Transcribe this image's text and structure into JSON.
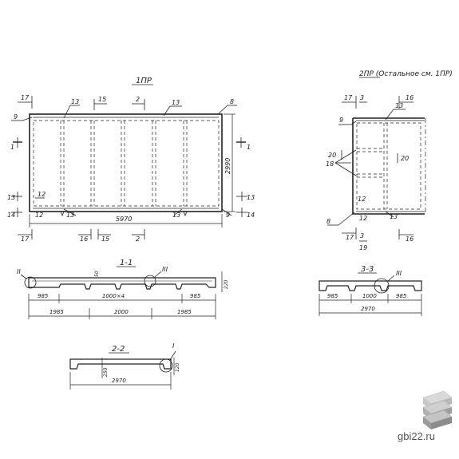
{
  "plan_1": {
    "title": "1ПР",
    "width_dim": "5970",
    "height_dim": "2990",
    "callouts": {
      "c17_top": "17",
      "c13_top_left": "13",
      "c15_top": "15",
      "c2_top": "2",
      "c13_top_right": "13",
      "c8": "8",
      "c9_left": "9",
      "c1_left": "1",
      "c13_left": "13",
      "c12": "12",
      "c14_left": "14",
      "c12b": "12",
      "c13_bottom": "13",
      "c13_bottom_right": "13",
      "c9_right": "9",
      "c1_right": "1",
      "c13_right": "13",
      "c14_right": "14",
      "c17_bottom": "17",
      "c16_bottom": "16",
      "c15_bottom": "15",
      "c2_bottom": "2"
    }
  },
  "plan_2": {
    "title": "2ПР (Остальное см. 1ПР)",
    "callouts": {
      "c17": "17",
      "c3": "3",
      "c13": "13",
      "c16": "16",
      "c9": "9",
      "c20_left": "20",
      "c18": "18",
      "c20_right": "20",
      "c12": "12",
      "c13_b": "13",
      "c8": "8",
      "c17_b": "17",
      "c3_b": "3",
      "c19": "19",
      "c16_b": "16"
    }
  },
  "section_1": {
    "title": "1-1",
    "mark_left": "II",
    "mark_right": "III",
    "dims": {
      "d985_left": "985",
      "d1000x4": "1000×4",
      "d985_right": "985",
      "d1985_left": "1985",
      "d2000": "2000",
      "d1985_right": "1985",
      "d50": "50",
      "d220": "220"
    }
  },
  "section_3": {
    "title": "3-3",
    "mark": "III",
    "dims": {
      "d985_left": "985",
      "d1000": "1000",
      "d985_right": "985",
      "d2970": "2970"
    }
  },
  "section_2": {
    "title": "2-2",
    "mark": "I",
    "dims": {
      "d250": "250",
      "d2970": "2970",
      "d120": "120"
    }
  },
  "watermark": {
    "site": "gbi22.ru"
  },
  "colors": {
    "ink": "#222222",
    "logo_top": "#c8c8c8",
    "logo_mid": "#a8a8a8",
    "logo_bot": "#8c8c8c"
  }
}
